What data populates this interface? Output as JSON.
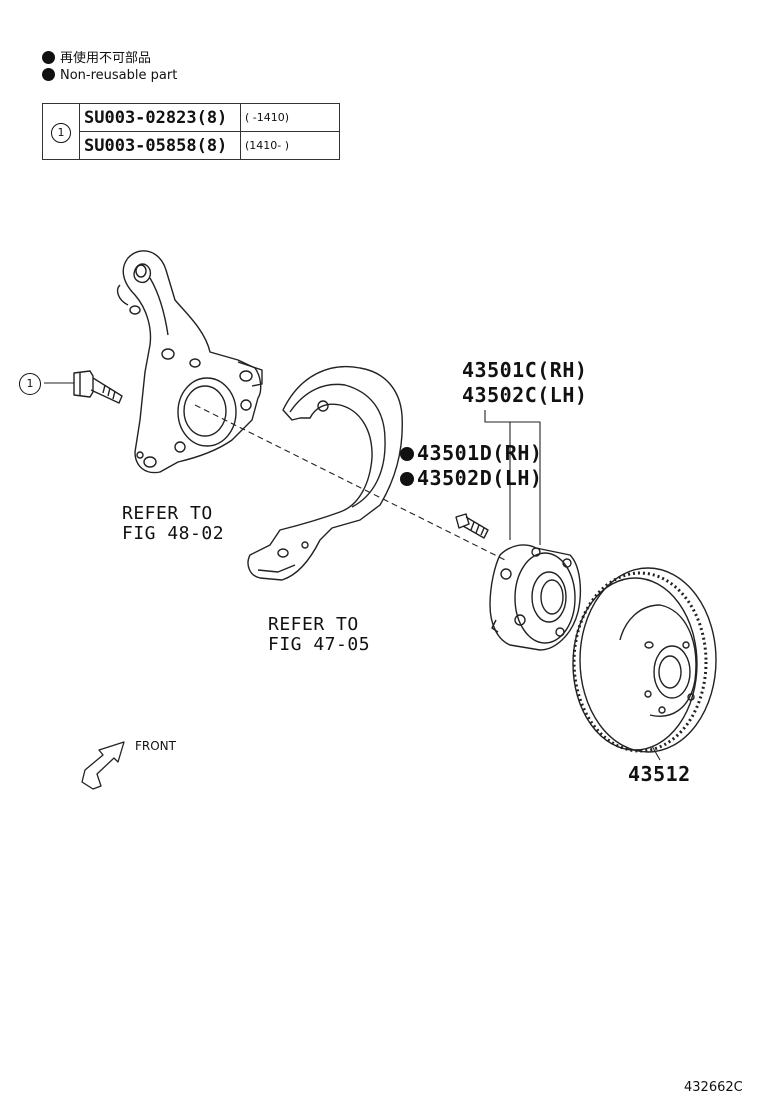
{
  "legend": {
    "line_jp": "再使用不可部品",
    "line_en": "Non-reusable part"
  },
  "ref_table": {
    "key": "1",
    "rows": [
      {
        "part": "SU003-02823(8)",
        "range": "(      -1410)"
      },
      {
        "part": "SU003-05858(8)",
        "range": "(1410-       )"
      }
    ]
  },
  "callouts": {
    "bolt_key": "1",
    "knuckle_ref_1": "REFER TO",
    "knuckle_ref_2": "FIG 48-02",
    "shield_ref_1": "REFER TO",
    "shield_ref_2": "FIG 47-05",
    "hub_c_rh": "43501C(RH)",
    "hub_c_lh": "43502C(LH)",
    "hub_d_rh": "43501D(RH)",
    "hub_d_lh": "43502D(LH)",
    "disc": "43512",
    "front": "FRONT"
  },
  "diagram_id": "432662C"
}
